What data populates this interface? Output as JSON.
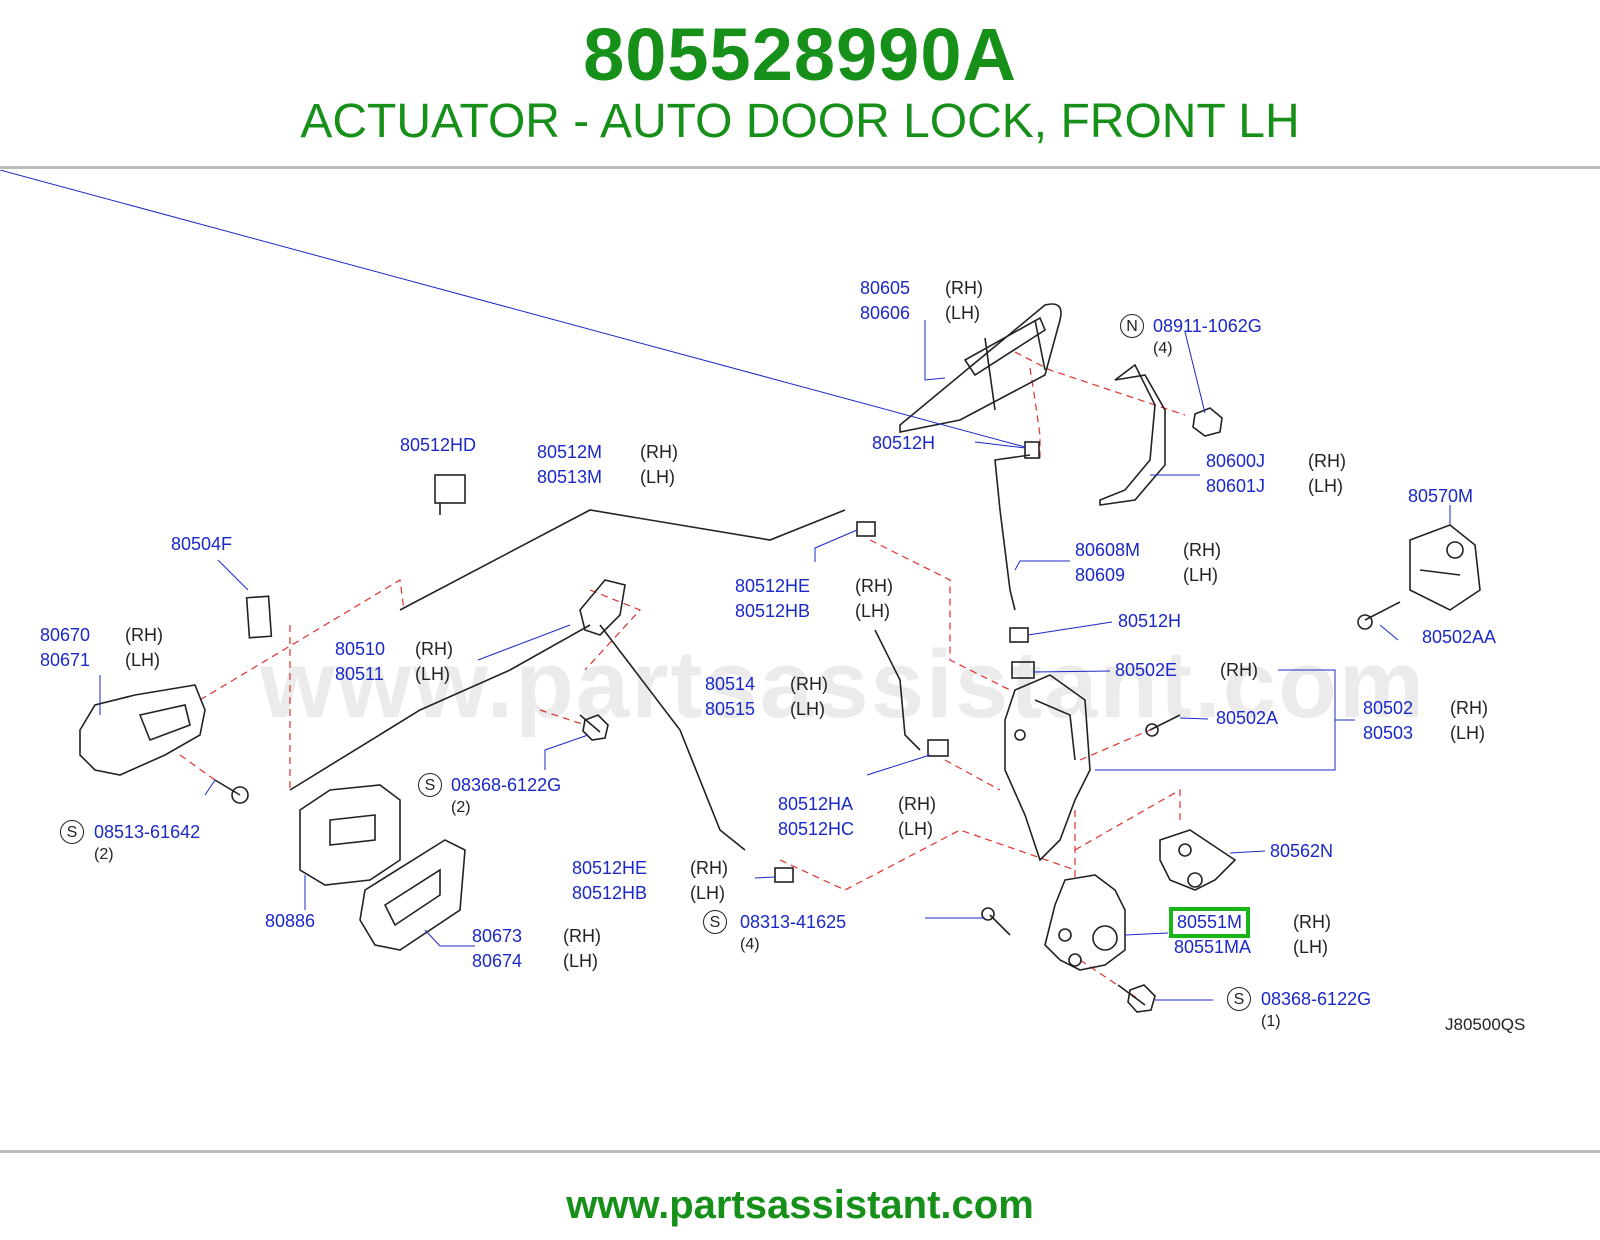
{
  "header": {
    "part_number": "805528990A",
    "description": "ACTUATOR - AUTO DOOR LOCK, FRONT LH"
  },
  "watermark": "www.partsassistant.com",
  "footer": {
    "url": "www.partsassistant.com"
  },
  "diagram_code": "J80500QS",
  "colors": {
    "brand_green": "#17901a",
    "label_blue": "#1a28c8",
    "highlight": "#19b519",
    "dash_red": "#e03030"
  },
  "labels": {
    "l80605": "80605",
    "s80605": "(RH)",
    "l80606": "80606",
    "s80606": "(LH)",
    "n_mark": "N",
    "l08911": "08911-1062G",
    "q08911": "(4)",
    "l80512hd": "80512HD",
    "l80512m": "80512M",
    "s80512m": "(RH)",
    "l80513m": "80513M",
    "s80513m": "(LH)",
    "l80512h_top": "80512H",
    "l80600j": "80600J",
    "s80600j": "(RH)",
    "l80601j": "80601J",
    "s80601j": "(LH)",
    "l80570m": "80570M",
    "l80504f": "80504F",
    "l80608m": "80608M",
    "s80608m": "(RH)",
    "l80609": "80609",
    "s80609": "(LH)",
    "l80512he_a": "80512HE",
    "s80512he_a": "(RH)",
    "l80512hb_a": "80512HB",
    "s80512hb_a": "(LH)",
    "l80502aa": "80502AA",
    "l80670": "80670",
    "s80670": "(RH)",
    "l80671": "80671",
    "s80671": "(LH)",
    "l80510": "80510",
    "s80510": "(RH)",
    "l80511": "80511",
    "s80511": "(LH)",
    "l80512h_mid": "80512H",
    "l80502e": "80502E",
    "s80502e": "(RH)",
    "l80514": "80514",
    "s80514": "(RH)",
    "l80515": "80515",
    "s80515": "(LH)",
    "l80502a": "80502A",
    "l80502": "80502",
    "s80502": "(RH)",
    "l80503": "80503",
    "s80503": "(LH)",
    "s_mark1": "S",
    "l08368_a": "08368-6122G",
    "q08368_a": "(2)",
    "s_mark2": "S",
    "l08513": "08513-61642",
    "q08513": "(2)",
    "l80512ha": "80512HA",
    "s80512ha": "(RH)",
    "l80512hc": "80512HC",
    "s80512hc": "(LH)",
    "l80562n": "80562N",
    "l80512he_b": "80512HE",
    "s80512he_b": "(RH)",
    "l80512hb_b": "80512HB",
    "s80512hb_b": "(LH)",
    "l80886": "80886",
    "s_mark3": "S",
    "l08313": "08313-41625",
    "q08313": "(4)",
    "l80551m": "80551M",
    "s80551m": "(RH)",
    "l80551ma": "80551MA",
    "s80551ma": "(LH)",
    "l80673": "80673",
    "s80673": "(RH)",
    "l80674": "80674",
    "s80674": "(LH)",
    "s_mark4": "S",
    "l08368_b": "08368-6122G",
    "q08368_b": "(1)"
  }
}
